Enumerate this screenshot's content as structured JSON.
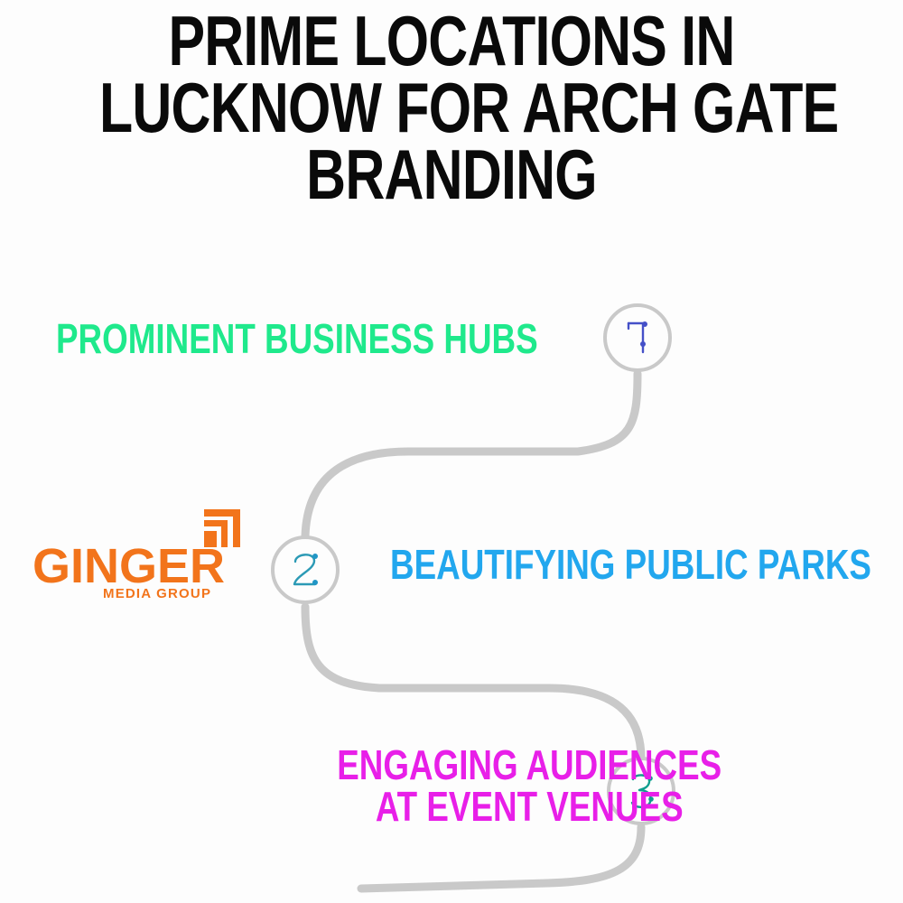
{
  "title": {
    "lines": [
      "PRIME LOCATIONS IN",
      "LUCKNOW FOR ARCH GATE",
      "BRANDING"
    ],
    "color": "#0a0a0a"
  },
  "brand": {
    "name": "GINGER",
    "tagline": "MEDIA GROUP",
    "color": "#f2741b",
    "mark_icon": "stepped-bars-arrow-icon"
  },
  "steps": [
    {
      "number": "1",
      "number_color": "#4550c8",
      "label": "PROMINENT BUSINESS HUBS",
      "label_lines": [
        "PROMINENT BUSINESS HUBS"
      ],
      "color": "#1fe98c",
      "marker_icon": "step-number-1-icon"
    },
    {
      "number": "2",
      "number_color": "#2b9ab5",
      "label": "BEAUTIFYING PUBLIC PARKS",
      "label_lines": [
        "BEAUTIFYING PUBLIC PARKS"
      ],
      "color": "#22a7ee",
      "marker_icon": "step-number-2-icon"
    },
    {
      "number": "3",
      "number_color": "#0f9e8e",
      "label": "ENGAGING AUDIENCES AT EVENT VENUES",
      "label_lines": [
        "ENGAGING AUDIENCES",
        "AT EVENT VENUES"
      ],
      "color": "#e81fe8",
      "marker_icon": "step-number-3-icon"
    }
  ],
  "connector": {
    "color": "#c9c9c9",
    "style": "s-curve-timeline"
  },
  "background": "#fdfdfd"
}
